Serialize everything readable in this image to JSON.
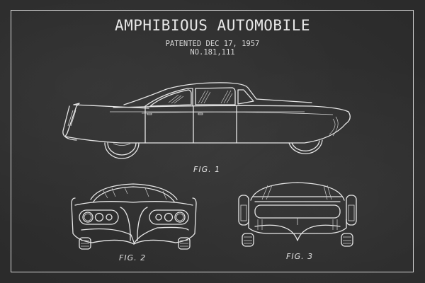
{
  "title": "AMPHIBIOUS AUTOMOBILE",
  "patent": {
    "date_line": "PATENTED DEC 17, 1957",
    "number_line": "NO.181,111"
  },
  "figures": [
    {
      "label": "FIG. 1",
      "view": "side-view"
    },
    {
      "label": "FIG. 2",
      "view": "front-view"
    },
    {
      "label": "FIG. 3",
      "view": "rear-view"
    }
  ],
  "colors": {
    "background": "#2f2f2f",
    "line": "#e6e6e6",
    "frame": "#d8d8d8"
  }
}
